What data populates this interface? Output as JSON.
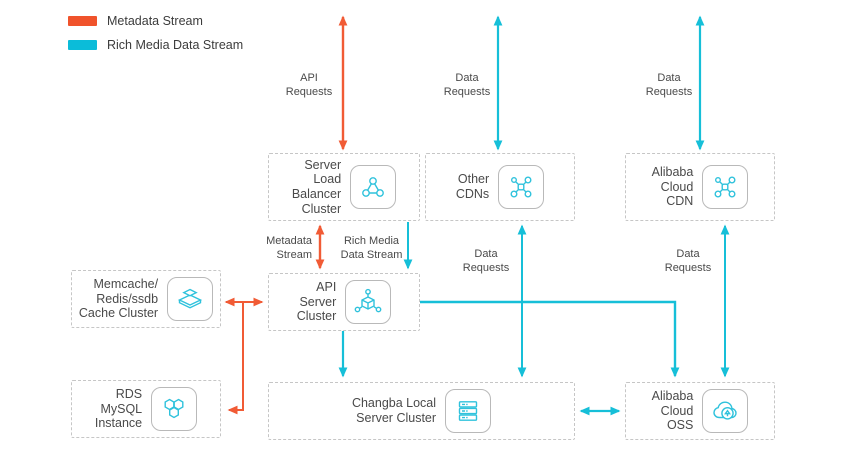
{
  "colors": {
    "metadata_stream": "#F0532B",
    "rich_media_stream": "#0BBCD9"
  },
  "legend": {
    "items": [
      {
        "label": "Metadata Stream"
      },
      {
        "label": "Rich Media Data Stream"
      }
    ]
  },
  "nodes": {
    "slb": {
      "label": "Server\nLoad\nBalancer\nCluster",
      "icon": "load-balancer-icon"
    },
    "other_cdns": {
      "label": "Other\nCDNs",
      "icon": "cdn-icon"
    },
    "ali_cdn": {
      "label": "Alibaba\nCloud\nCDN",
      "icon": "cdn-icon"
    },
    "memcache": {
      "label": "Memcache/\nRedis/ssdb\nCache Cluster",
      "icon": "cache-stack-icon"
    },
    "api": {
      "label": "API\nServer\nCluster",
      "icon": "api-cluster-icon"
    },
    "rds": {
      "label": "RDS\nMySQL\nInstance",
      "icon": "database-hex-icon"
    },
    "changba": {
      "label": "Changba Local\nServer Cluster",
      "icon": "server-rack-icon"
    },
    "oss": {
      "label": "Alibaba\nCloud\nOSS",
      "icon": "cloud-storage-icon"
    }
  },
  "edge_labels": {
    "api_requests": "API\nRequests",
    "data_requests_other_cdns": "Data\nRequests",
    "data_requests_ali_cdn": "Data\nRequests",
    "metadata_stream": "Metadata\nStream",
    "rich_media_data_stream": "Rich Media\nData Stream",
    "data_requests_cdns_changba": "Data\nRequests",
    "data_requests_cdn_oss": "Data\nRequests"
  }
}
